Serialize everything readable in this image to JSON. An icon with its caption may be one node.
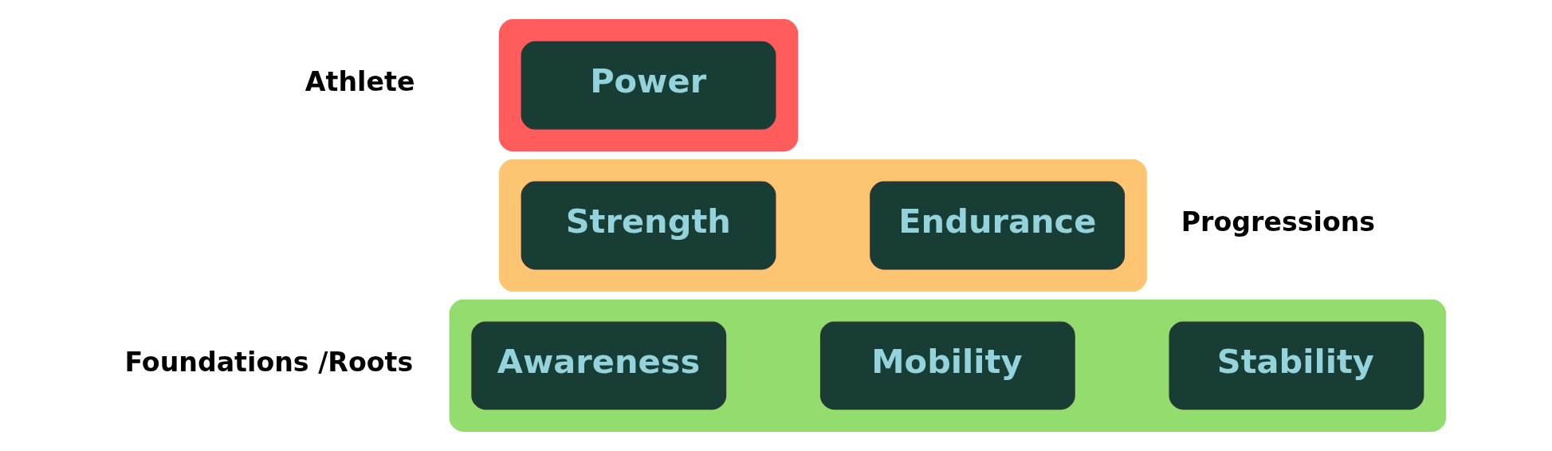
{
  "diagram": {
    "nodes": [
      {
        "text": [],
        "shape": "band",
        "beside": [
          "Athlete"
        ]
      },
      {
        "text": [
          "Power"
        ],
        "in": 0
      },
      {
        "text": [],
        "shape": "band",
        "beside": [
          "Progressions"
        ]
      },
      {
        "text": [
          "Strength"
        ],
        "in": 2
      },
      {
        "text": [
          "Endurance"
        ],
        "in": 2
      },
      {
        "text": [],
        "shape": "band",
        "beside": [
          "Foundations /Roots"
        ]
      },
      {
        "text": [
          "Awareness"
        ],
        "in": 5
      },
      {
        "text": [
          "Mobility"
        ],
        "in": 5
      },
      {
        "text": [
          "Stability"
        ],
        "in": 5
      }
    ],
    "edges": []
  }
}
